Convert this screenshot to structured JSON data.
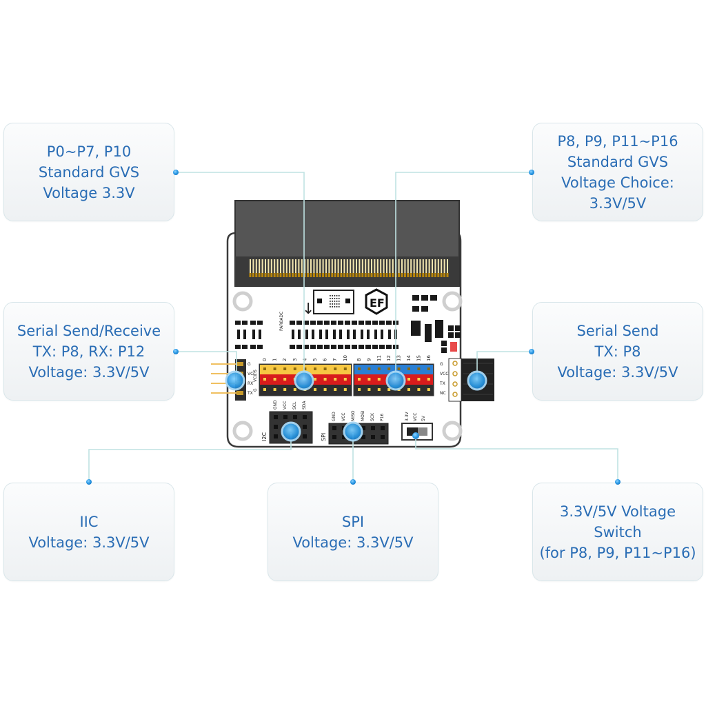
{
  "diagram": {
    "subject": "micro:bit expansion board (EF logo)",
    "accent_color": "#2a6db5",
    "connector_color": "#bfe2e2",
    "marker_color": "#3aa3e8",
    "callouts": [
      {
        "id": "gvs-standard",
        "lines": [
          "P0~P7, P10",
          "Standard GVS",
          "Voltage 3.3V"
        ]
      },
      {
        "id": "gvs-choice",
        "lines": [
          "P8, P9, P11~P16",
          "Standard GVS",
          "Voltage Choice:",
          "3.3V/5V"
        ]
      },
      {
        "id": "serial-send-receive",
        "lines": [
          "Serial Send/Receive",
          "TX: P8, RX: P12",
          "Voltage: 3.3V/5V"
        ]
      },
      {
        "id": "serial-send",
        "lines": [
          "Serial Send",
          "TX: P8",
          "Voltage: 3.3V/5V"
        ]
      },
      {
        "id": "iic",
        "lines": [
          "IIC",
          "Voltage: 3.3V/5V"
        ]
      },
      {
        "id": "spi",
        "lines": [
          "SPI",
          "Voltage: 3.3V/5V"
        ]
      },
      {
        "id": "voltage-switch",
        "lines": [
          "3.3V/5V Voltage",
          "Switch",
          "(for P8, P9, P11~P16)"
        ]
      }
    ]
  },
  "board": {
    "silkscreen": {
      "left_header_pins": [
        "0",
        "1",
        "2",
        "3",
        "4",
        "5",
        "6",
        "7",
        "10"
      ],
      "right_header_pins": [
        "8",
        "9",
        "11",
        "12",
        "13",
        "14",
        "15",
        "16"
      ],
      "row_labels": [
        "S",
        "VCC",
        "G"
      ],
      "left_serial_labels": [
        "G",
        "VCC",
        "RX",
        "TX"
      ],
      "right_serial_labels": [
        "G",
        "VCC",
        "TX",
        "NC"
      ],
      "iic_label": "I2C",
      "iic_pins": [
        "GND",
        "VCC",
        "SCL",
        "SDA"
      ],
      "spi_label": "SPI",
      "spi_pins": [
        "GND",
        "VCC",
        "MISO",
        "MOSI",
        "SCK",
        "P16"
      ],
      "switch_labels": [
        "3.3V",
        "VCC",
        "5V"
      ],
      "side_text": "PAR8ADC"
    }
  }
}
